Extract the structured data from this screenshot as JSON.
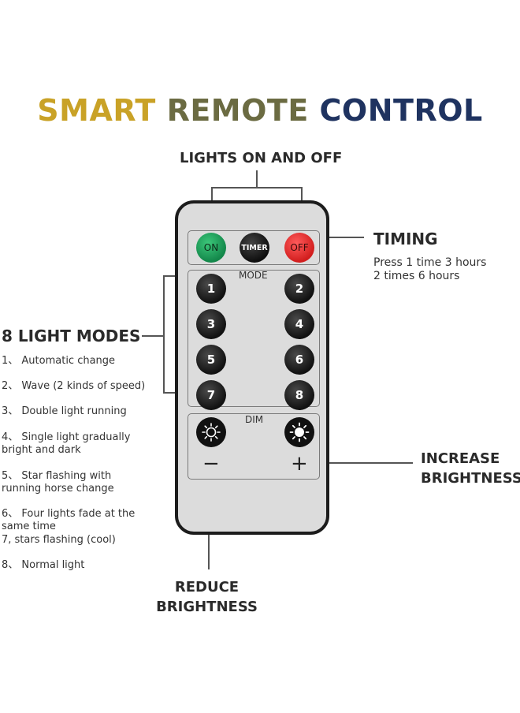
{
  "title": {
    "part1": "SMART",
    "part2": "REMOTE",
    "part3": "CONTROL",
    "colors": [
      "#c9a227",
      "#6b6b42",
      "#1f3360"
    ]
  },
  "callouts": {
    "lights_on_off": "LIGHTS ON AND OFF",
    "timing": "TIMING",
    "timing_lines": [
      "Press 1 time 3 hours",
      "2 times 6 hours"
    ],
    "light_modes": "8 LIGHT MODES",
    "increase_line1": "INCREASE",
    "increase_line2": "BRIGHTNESS",
    "reduce_line1": "REDUCE",
    "reduce_line2": "BRIGHTNESS"
  },
  "modes": [
    "1、 Automatic change",
    "2、 Wave (2 kinds of speed)",
    "3、 Double light running",
    "4、 Single light gradually",
    "bright and dark",
    "5、 Star flashing with",
    "running horse change",
    "6、 Four lights fade at the",
    "same time",
    "7, stars flashing (cool)",
    "8、 Normal light"
  ],
  "remote": {
    "on_label": "ON",
    "timer_label": "TIMER",
    "off_label": "OFF",
    "mode_label": "MODE",
    "dim_label": "DIM",
    "buttons": [
      "1",
      "2",
      "3",
      "4",
      "5",
      "6",
      "7",
      "8"
    ],
    "minus": "−",
    "plus": "+"
  }
}
